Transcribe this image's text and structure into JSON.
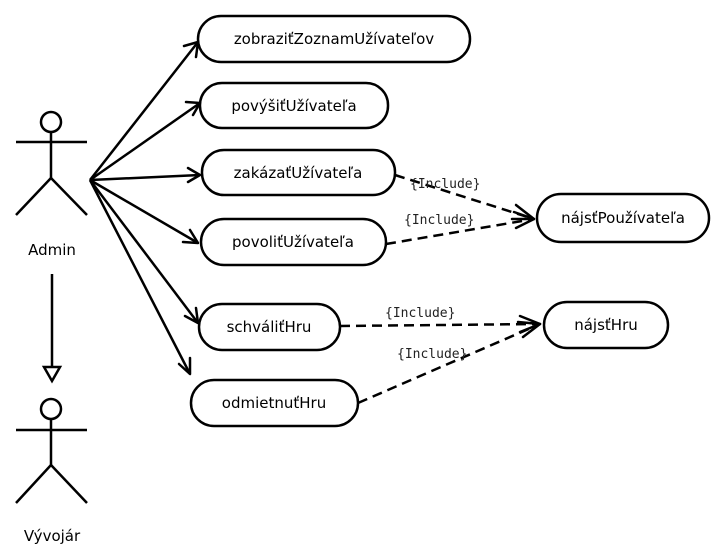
{
  "actors": [
    {
      "id": "admin",
      "label": "Admin"
    },
    {
      "id": "developer",
      "label": "Vývojár"
    }
  ],
  "use_cases": [
    {
      "id": "uc1",
      "label": "zobraziťZoznamUžívateľov"
    },
    {
      "id": "uc2",
      "label": "povýšiťUžívateľa"
    },
    {
      "id": "uc3",
      "label": "zakázaťUžívateľa"
    },
    {
      "id": "uc4",
      "label": "povoliťUžívateľa"
    },
    {
      "id": "uc5",
      "label": "schváliťHru"
    },
    {
      "id": "uc6",
      "label": "odmietnuťHru"
    },
    {
      "id": "uc7",
      "label": "nájsťPoužívateľa"
    },
    {
      "id": "uc8",
      "label": "nájsťHru"
    }
  ],
  "associations": [
    {
      "from": "admin",
      "to": "uc1"
    },
    {
      "from": "admin",
      "to": "uc2"
    },
    {
      "from": "admin",
      "to": "uc3"
    },
    {
      "from": "admin",
      "to": "uc4"
    },
    {
      "from": "admin",
      "to": "uc5"
    },
    {
      "from": "admin",
      "to": "uc6"
    }
  ],
  "includes": [
    {
      "from": "uc3",
      "to": "uc7",
      "label": "{Include}"
    },
    {
      "from": "uc4",
      "to": "uc7",
      "label": "{Include}"
    },
    {
      "from": "uc5",
      "to": "uc8",
      "label": "{Include}"
    },
    {
      "from": "uc6",
      "to": "uc8",
      "label": "{Include}"
    }
  ],
  "generalization": {
    "from": "admin",
    "to": "developer"
  }
}
